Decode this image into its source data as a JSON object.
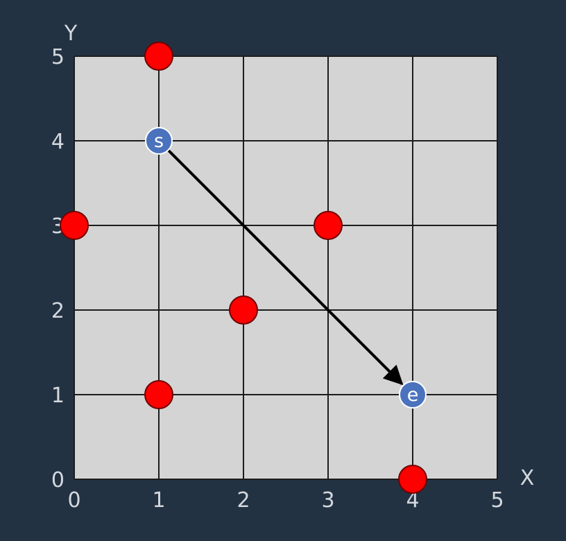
{
  "chart_data": {
    "type": "scatter",
    "xlabel": "X",
    "ylabel": "Y",
    "xlim": [
      0,
      5
    ],
    "ylim": [
      0,
      5
    ],
    "grid": true,
    "x_ticks": [
      "0",
      "1",
      "2",
      "3",
      "4",
      "5"
    ],
    "y_ticks": [
      "0",
      "1",
      "2",
      "3",
      "4",
      "5"
    ],
    "points": [
      {
        "x": 1,
        "y": 5
      },
      {
        "x": 0,
        "y": 3
      },
      {
        "x": 3,
        "y": 3
      },
      {
        "x": 2,
        "y": 2
      },
      {
        "x": 1,
        "y": 1
      },
      {
        "x": 4,
        "y": 0
      }
    ],
    "start": {
      "x": 1,
      "y": 4,
      "label": "s"
    },
    "end": {
      "x": 4,
      "y": 1,
      "label": "e"
    },
    "arrow": {
      "from": "start",
      "to": "end"
    }
  },
  "colors": {
    "background": "#233242",
    "plot_area": "#d4d4d4",
    "grid": "#1c1c1c",
    "text": "#d4d8de",
    "point": "#ff0000",
    "point_outline": "#6f0000",
    "marker": "#4a72bd",
    "marker_outline": "#ffffff",
    "arrow": "#000000"
  }
}
